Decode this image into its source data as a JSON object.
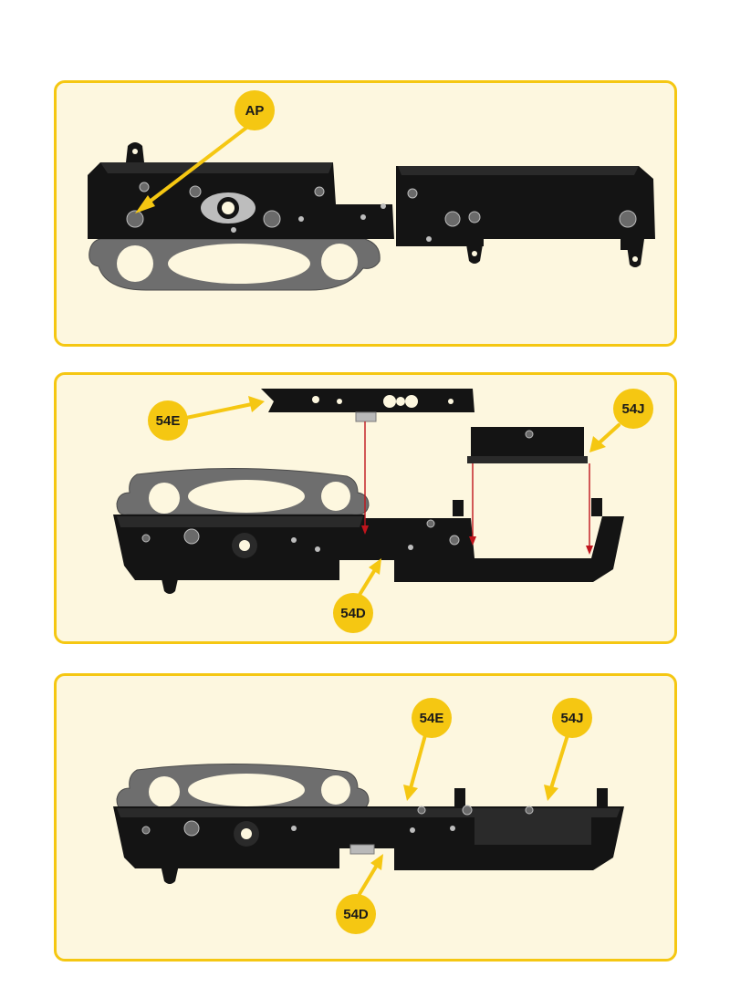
{
  "colors": {
    "panel_background": "#fdf7df",
    "panel_border": "#f5c712",
    "callout": "#f5c712",
    "part": "#141414",
    "guide_arrow": "#c0141c"
  },
  "steps": [
    {
      "callouts": [
        {
          "label": "AP",
          "icon": "screw-callout"
        }
      ]
    },
    {
      "callouts": [
        {
          "label": "54E"
        },
        {
          "label": "54J"
        },
        {
          "label": "54D"
        }
      ]
    },
    {
      "callouts": [
        {
          "label": "54E"
        },
        {
          "label": "54J"
        },
        {
          "label": "54D"
        }
      ]
    }
  ]
}
